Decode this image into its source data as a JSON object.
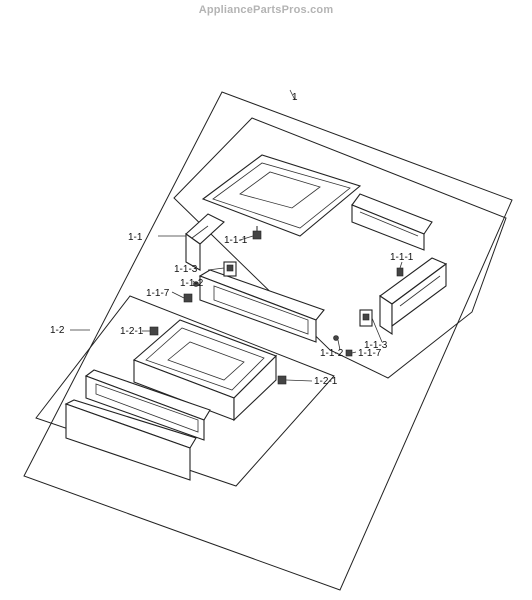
{
  "site": {
    "watermark": "AppliancePartsPros.com"
  },
  "callouts": {
    "assembly": "1",
    "body": "1-1",
    "body_right": "1-1-1",
    "top_hinge": "1-1-1",
    "bracket_left": "1-1-3",
    "bracket_right": "1-1-3",
    "screw_left": "1-1-2",
    "screw_right": "1-1-2",
    "clip_left": "1-1-7",
    "clip_right": "1-1-7",
    "drawer": "1-2",
    "drawer_clip_top": "1-2-1",
    "drawer_clip_right": "1-2-1"
  }
}
